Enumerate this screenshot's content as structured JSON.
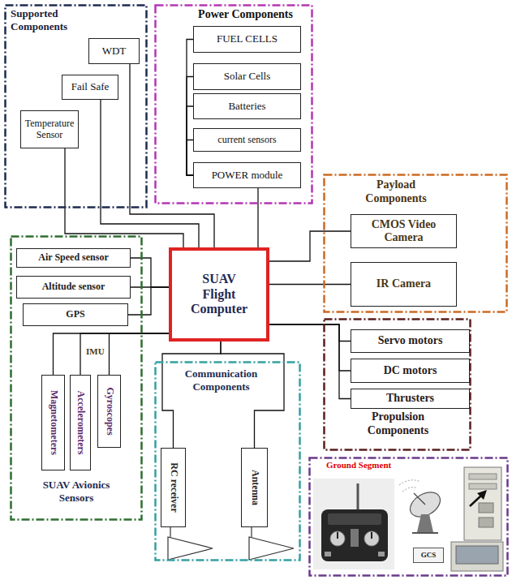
{
  "diagram": {
    "nodes": [
      {
        "text": [
          "Supported Components"
        ]
      },
      {
        "text": [
          "WDT"
        ],
        "in": 0
      },
      {
        "text": [
          "Fail Safe"
        ],
        "in": 0
      },
      {
        "text": [
          "Temperature Sensor"
        ],
        "in": 0
      },
      {
        "text": [
          "Power Components"
        ]
      },
      {
        "text": [
          "FUEL CELLS"
        ],
        "in": 4
      },
      {
        "text": [
          "Solar Cells"
        ],
        "in": 4
      },
      {
        "text": [
          "Batteries"
        ],
        "in": 4
      },
      {
        "text": [
          "current sensors"
        ],
        "in": 4
      },
      {
        "text": [
          "POWER module"
        ],
        "in": 4
      },
      {
        "text": [
          "Payload Components"
        ]
      },
      {
        "text": [
          "CMOS Video Camera"
        ],
        "in": 10
      },
      {
        "text": [
          "IR Camera"
        ],
        "in": 10
      },
      {
        "text": [
          "SUAV Flight Computer"
        ]
      },
      {
        "text": [
          "SUAV Avionics Sensors"
        ]
      },
      {
        "text": [
          "Air Speed sensor"
        ],
        "in": 14
      },
      {
        "text": [
          "Altitude sensor"
        ],
        "in": 14
      },
      {
        "text": [
          "GPS"
        ],
        "in": 14
      },
      {
        "text": [
          "Magnetometers"
        ],
        "in": 14
      },
      {
        "text": [
          "Accelerometers"
        ],
        "in": 14
      },
      {
        "text": [
          "Gyroscopes"
        ],
        "in": 14
      },
      {
        "text": [
          "Propulsion Components"
        ]
      },
      {
        "text": [
          "Servo motors"
        ],
        "in": 21
      },
      {
        "text": [
          "DC motors"
        ],
        "in": 21
      },
      {
        "text": [
          "Thrusters"
        ],
        "in": 21
      },
      {
        "text": [
          "Communication Components"
        ]
      },
      {
        "text": [
          "RC receiver"
        ],
        "in": 25
      },
      {
        "text": [
          "Antenna"
        ],
        "in": 25
      },
      {
        "text": [
          "Ground Segment"
        ]
      },
      {
        "text": [
          "GCS"
        ],
        "in": 28
      }
    ],
    "edges": [
      {
        "from": 1,
        "to": 13,
        "arrow": "none"
      },
      {
        "from": 2,
        "to": 13,
        "arrow": "none"
      },
      {
        "from": 3,
        "to": 13,
        "arrow": "none"
      },
      {
        "from": 5,
        "to": 9,
        "arrow": "none"
      },
      {
        "from": 6,
        "to": 9,
        "arrow": "none"
      },
      {
        "from": 7,
        "to": 9,
        "arrow": "none"
      },
      {
        "from": 8,
        "to": 9,
        "arrow": "none"
      },
      {
        "from": 9,
        "to": 13,
        "arrow": "none"
      },
      {
        "from": 13,
        "to": 11,
        "arrow": "none"
      },
      {
        "from": 13,
        "to": 12,
        "arrow": "none"
      },
      {
        "from": 15,
        "to": 13,
        "arrow": "none"
      },
      {
        "from": 16,
        "to": 13,
        "arrow": "none"
      },
      {
        "from": 17,
        "to": 13,
        "arrow": "none"
      },
      {
        "from": 18,
        "to": 13,
        "arrow": "none"
      },
      {
        "from": 19,
        "to": 13,
        "arrow": "none"
      },
      {
        "from": 20,
        "to": 13,
        "arrow": "none"
      },
      {
        "from": 13,
        "to": 22,
        "arrow": "none"
      },
      {
        "from": 13,
        "to": 23,
        "arrow": "none"
      },
      {
        "from": 13,
        "to": 24,
        "arrow": "none"
      },
      {
        "from": 13,
        "to": 26,
        "arrow": "none"
      },
      {
        "from": 13,
        "to": 27,
        "arrow": "none"
      }
    ],
    "labels": [
      "IMU"
    ]
  }
}
